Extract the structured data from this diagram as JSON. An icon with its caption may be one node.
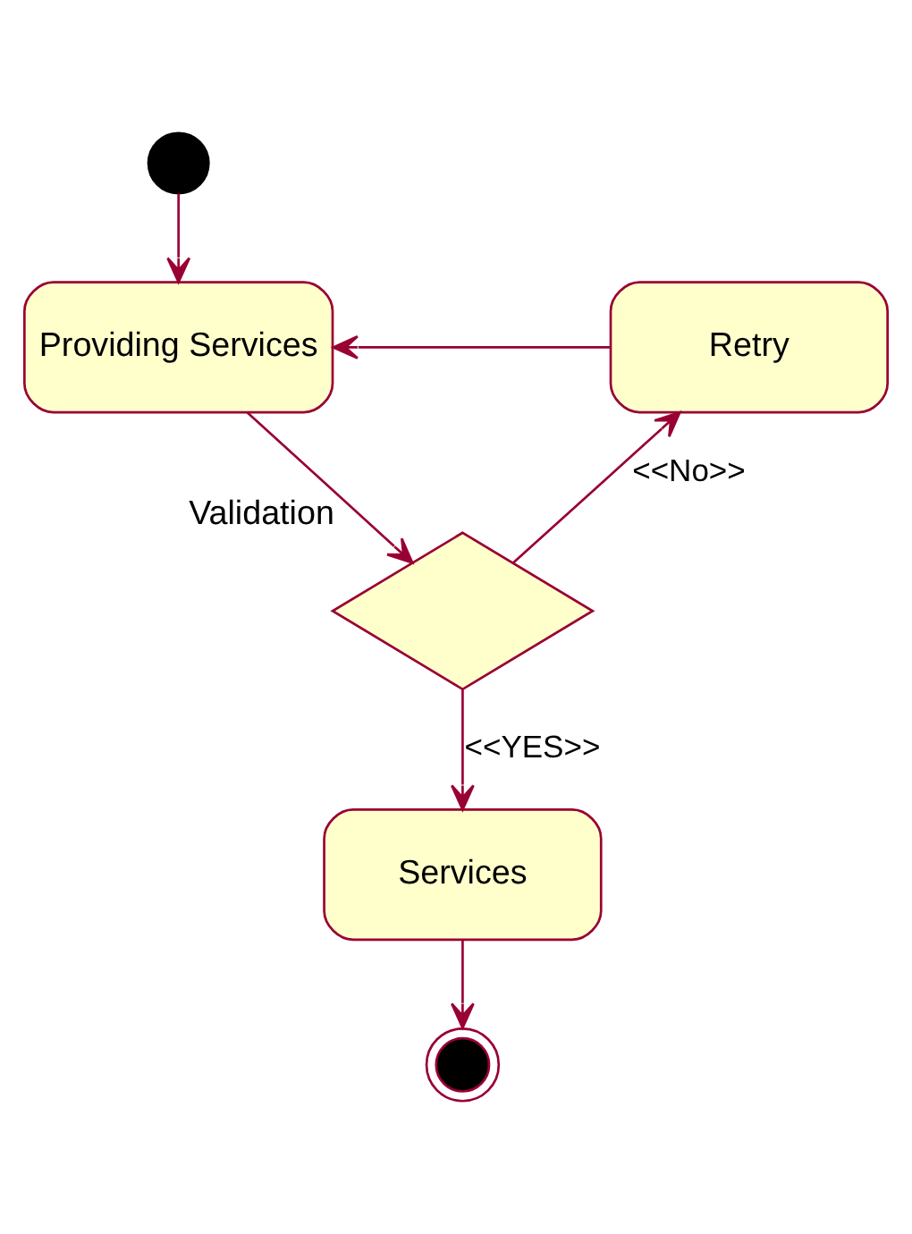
{
  "diagram": {
    "nodes": [
      {
        "text": [],
        "shape": "circle"
      },
      {
        "text": [
          "Providing Services"
        ]
      },
      {
        "text": [
          "Retry"
        ]
      },
      {
        "text": [],
        "shape": "diamond",
        "beside": [
          "Validation"
        ]
      },
      {
        "text": [
          "Services"
        ]
      },
      {
        "text": [],
        "shape": "circle"
      }
    ],
    "edges": [
      {
        "from": 0,
        "to": 1,
        "arrow": "to"
      },
      {
        "from": 1,
        "to": 3,
        "arrow": "to"
      },
      {
        "from": 3,
        "to": 2,
        "arrow": "to",
        "label": "<<No>>"
      },
      {
        "from": 2,
        "to": 1,
        "arrow": "to"
      },
      {
        "from": 3,
        "to": 4,
        "arrow": "to",
        "label": "<<YES>>"
      },
      {
        "from": 4,
        "to": 5,
        "arrow": "to"
      }
    ]
  }
}
